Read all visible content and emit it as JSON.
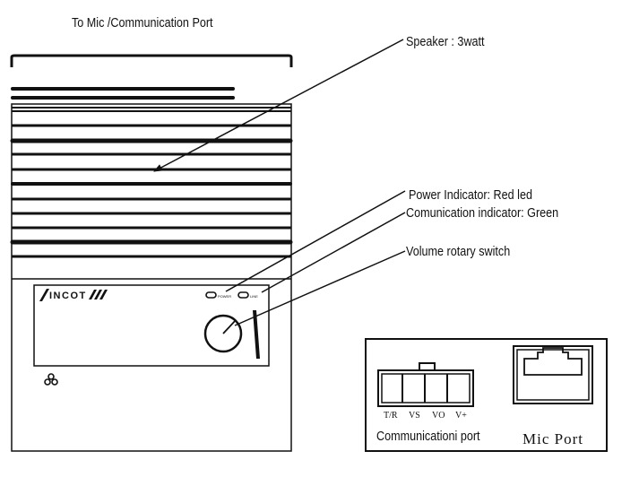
{
  "diagram": {
    "top_label": "To Mic /Communication Port",
    "callouts": {
      "speaker": "Speaker : 3watt",
      "power_indicator": "Power Indicator: Red led",
      "comm_indicator": "Comunication indicator: Green",
      "volume": "Volume rotary switch"
    },
    "device": {
      "logo_text": "INCOT",
      "power_tiny_label": "POWER",
      "comm_tiny_label": "LINE"
    },
    "connector_panel": {
      "pins": [
        "T/R",
        "VS",
        "VO",
        "V+"
      ],
      "comm_port_label": "Communicationi port",
      "mic_port_label": "Mic Port"
    }
  },
  "colors": {
    "line": "#111111",
    "background": "#ffffff"
  }
}
